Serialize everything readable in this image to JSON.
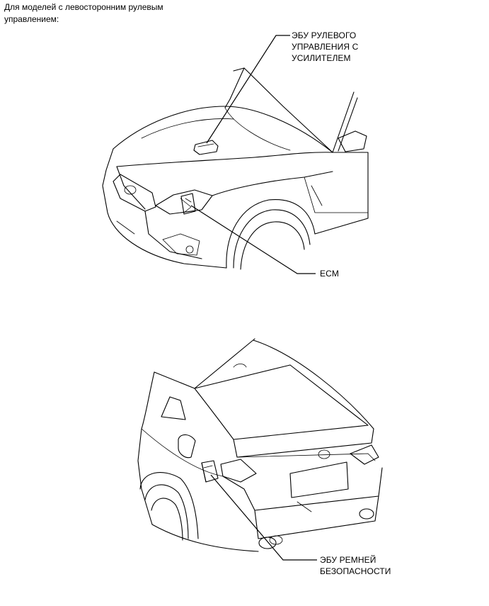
{
  "caption": "Для моделей с левосторонним рулевым управлением:",
  "labels": {
    "eps_ecu": "ЭБУ РУЛЕВОГО УПРАВЛЕНИЯ С УСИЛИТЕЛЕМ",
    "ecm": "ECM",
    "seat_belt_ecu": "ЭБУ РЕМНЕЙ БЕЗОПАСНОСТИ"
  }
}
